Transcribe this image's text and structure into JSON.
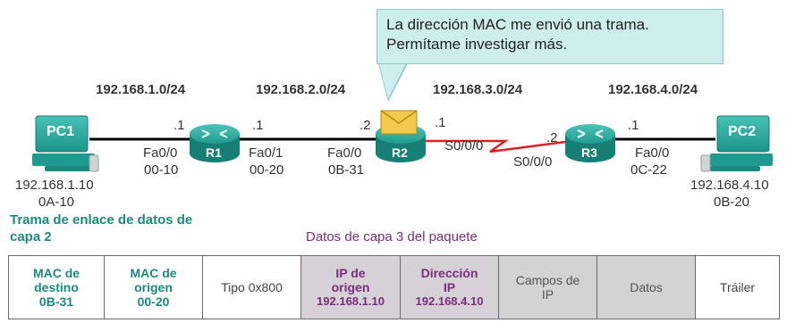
{
  "callout": {
    "line1": "La dirección MAC me envió una trama.",
    "line2": "Permítame investigar más."
  },
  "networks": {
    "net1": "192.168.1.0/24",
    "net2": "192.168.2.0/24",
    "net3": "192.168.3.0/24",
    "net4": "192.168.4.0/24"
  },
  "devices": {
    "pc1": {
      "name": "PC1",
      "ip": "192.168.1.10",
      "mac": "0A-10"
    },
    "pc2": {
      "name": "PC2",
      "ip": "192.168.4.10",
      "mac": "0B-20"
    },
    "r1": {
      "name": "R1"
    },
    "r2": {
      "name": "R2"
    },
    "r3": {
      "name": "R3"
    }
  },
  "interfaces": {
    "pc1_host": ".1",
    "r1_fa00": "Fa0/0",
    "r1_fa00_mac": "00-10",
    "r1_fa01_host": ".1",
    "r1_fa01": "Fa0/1",
    "r1_fa01_mac": "00-20",
    "r2_fa00_host": ".2",
    "r2_fa00": "Fa0/0",
    "r2_fa00_mac": "0B-31",
    "r2_s000_host": ".1",
    "r2_s000": "S0/0/0",
    "r3_s000_host": ".2",
    "r3_s000": "S0/0/0",
    "r3_fa00_host": ".1",
    "r3_fa00": "Fa0/0",
    "r3_fa00_mac": "0C-22"
  },
  "headings": {
    "layer2_line1": "Trama de enlace de datos de",
    "layer2_line2": "capa 2",
    "layer3": "Datos de capa 3 del paquete"
  },
  "frame": {
    "dest_mac": [
      "MAC de",
      "destino",
      "0B-31"
    ],
    "src_mac": [
      "MAC de",
      "origen",
      "00-20"
    ],
    "type": "Tipo 0x800",
    "src_ip": [
      "IP de",
      "origen",
      "192.168.1.10"
    ],
    "dst_ip": [
      "Dirección",
      "IP",
      "192.168.4.10"
    ],
    "ip_fields": [
      "Campos de",
      "IP"
    ],
    "data": "Datos",
    "trailer": "Tráiler"
  },
  "colors": {
    "layer2_text": "#1a8a7e",
    "layer3_text": "#7a2d7a",
    "router": "#1f9a90",
    "pc": "#22a79c",
    "serial_link": "#e02020",
    "callout_bg": "#cdeeed"
  }
}
